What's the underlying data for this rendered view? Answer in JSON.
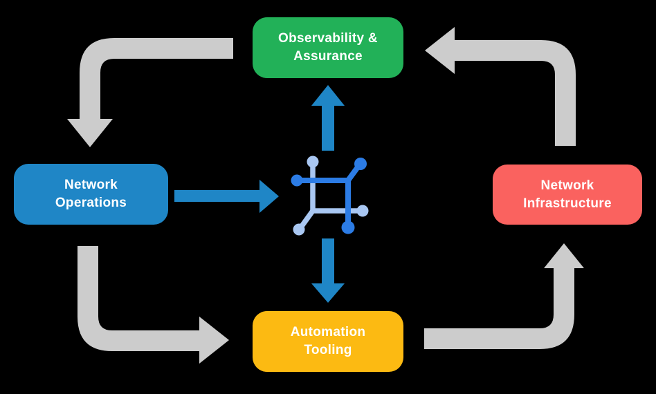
{
  "nodes": {
    "top": {
      "label_line1": "Observability &",
      "label_line2": "Assurance"
    },
    "left": {
      "label_line1": "Network",
      "label_line2": "Operations"
    },
    "right": {
      "label_line1": "Network",
      "label_line2": "Infrastructure"
    },
    "bottom": {
      "label_line1": "Automation",
      "label_line2": "Tooling"
    }
  },
  "center_icon": {
    "name": "network-mesh-icon"
  },
  "colors": {
    "background": "#000000",
    "node_top_green": "#22B158",
    "node_left_blue": "#1F86C6",
    "node_right_red": "#FA625F",
    "node_bottom_yellow": "#FCBA12",
    "node_text": "#FFFFFF",
    "arrow_gray": "#CCCCCC",
    "arrow_blue": "#1F86C6",
    "icon_dark_blue": "#2C7CE5",
    "icon_light_blue": "#A9C7F2"
  }
}
